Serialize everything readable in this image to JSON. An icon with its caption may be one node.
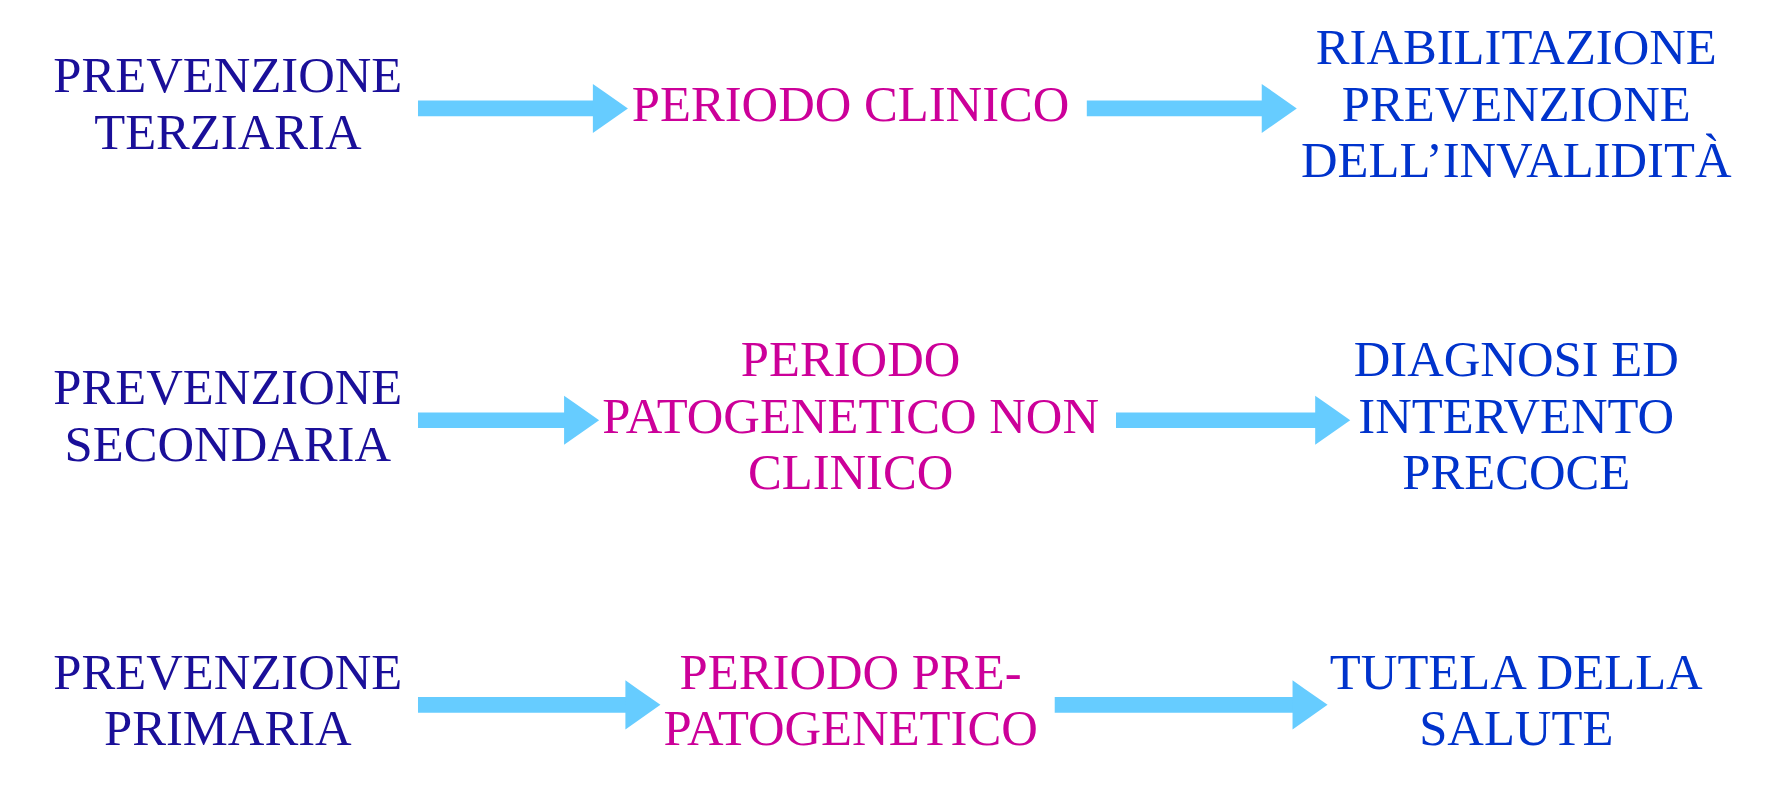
{
  "diagram": {
    "nodes": [
      {
        "text": [
          "PREVENZIONE PRIMARIA"
        ]
      },
      {
        "text": [
          "PERIODO PRE- PATOGENETICO"
        ]
      },
      {
        "text": [
          "TUTELA DELLA SALUTE"
        ]
      },
      {
        "text": [
          "PREVENZIONE SECONDARIA"
        ]
      },
      {
        "text": [
          "PERIODO PATOGENETICO NON CLINICO"
        ]
      },
      {
        "text": [
          "DIAGNOSI ED INTERVENTO PRECOCE"
        ]
      },
      {
        "text": [
          "PREVENZIONE TERZIARIA"
        ]
      },
      {
        "text": [
          "PERIODO CLINICO"
        ]
      },
      {
        "text": [
          "RIABILITAZIONE PREVENZIONE DELL’INVALIDITÀ"
        ]
      }
    ],
    "edges": [
      {
        "from": 0,
        "to": 1,
        "arrow": "to"
      },
      {
        "from": 1,
        "to": 2,
        "arrow": "to"
      },
      {
        "from": 3,
        "to": 4,
        "arrow": "to"
      },
      {
        "from": 4,
        "to": 5,
        "arrow": "to"
      },
      {
        "from": 6,
        "to": 7,
        "arrow": "to"
      },
      {
        "from": 7,
        "to": 8,
        "arrow": "to"
      }
    ]
  }
}
